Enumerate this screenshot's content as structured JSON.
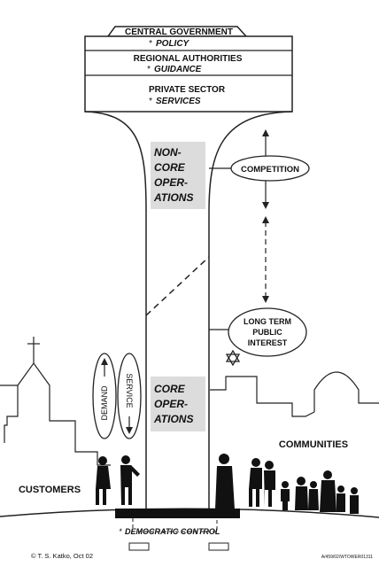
{
  "tower": {
    "central_government": "CENTRAL GOVERNMENT",
    "policy": "POLICY",
    "regional_authorities": "REGIONAL AUTHORITIES",
    "guidance": "GUIDANCE",
    "private_sector": "PRIVATE SECTOR",
    "services": "SERVICES",
    "bullet": "*"
  },
  "operations": {
    "non_core": [
      "NON-",
      "CORE",
      "OPER-",
      "ATIONS"
    ],
    "core": [
      "CORE",
      "OPER-",
      "ATIONS"
    ]
  },
  "right_side": {
    "competition": "COMPETITION",
    "long_term": [
      "LONG TERM",
      "PUBLIC",
      "INTEREST"
    ],
    "communities": "COMMUNITIES"
  },
  "left_side": {
    "demand": "DEMAND",
    "service": "SERVICE",
    "customers": "CUSTOMERS"
  },
  "base": {
    "democratic_control": "DEMOCRATIC CONTROL"
  },
  "footer": {
    "credit": "© T. S. Katko, Oct 02",
    "code": "A/459/02/WTOWER01311"
  },
  "colors": {
    "box_fill": "#dcdcdc",
    "line": "#222222"
  }
}
